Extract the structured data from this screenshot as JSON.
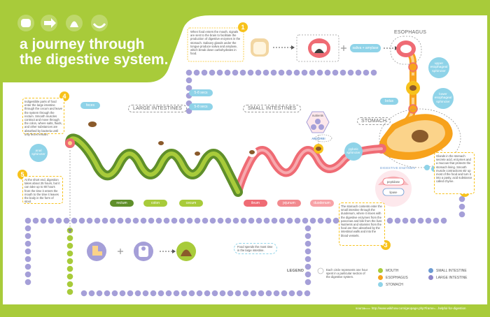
{
  "header": {
    "title_line1": "a journey through",
    "title_line2": "the digestive system."
  },
  "steps": [
    {
      "number": "1",
      "text": "When food enters the mouth, signals are sent to the brain to facilitate the production of digestive enzymes in the stomach. Salivary glands under the tongue produce saliva and amylase, which break down carbohydrates in food."
    },
    {
      "number": "2",
      "text": "Glands in the stomach secrete acid, enzymes and a mucous that protects the stomach lining. Smooth muscle contractions stir up most of the food and turn it into a pasty, acid substance called chyme."
    },
    {
      "number": "3",
      "text": "The stomach contents enter the small intestine through the duodenum, where it mixes with the digestive enzymes from the pancreas and bile from the liver. Nutrients and vitamins from the food are then absorbed by the intestinal walls and into the blood vessels."
    },
    {
      "number": "4",
      "text": "Indigestible parts of food enter the large intestine through the cecum and leave the system through the rectum. Smooth muscles contract and move through the colon, where salts, fluids, and other substances are absorbed by bacteria until only feces remain."
    },
    {
      "number": "5",
      "text": "At the short end, digestion takes about 25 hours, but it can take up to 80 hours from the time it enters the mouth to the time it leaves the body in the form of stool."
    }
  ],
  "labels": {
    "esophagus": "ESOPHAGUS",
    "stomach": "STOMACH",
    "large_intestines": "LARGE INTESTINES",
    "small_intestines": "SMALL INTESTINES",
    "saliva": "saliva + amylase",
    "upper_sphincter": "upper esophageal sphincter",
    "lower_sphincter": "lower esophageal sphincter",
    "bolus": "bolus",
    "pyloric": "pyloric sphincter",
    "feces": "feces",
    "anal": "anal sphincter",
    "enzymes": "DIGESTIVE ENZYMES",
    "pepsidase": "peptidase",
    "lipase": "lipase",
    "nutrients": "nutrients",
    "absorb": "ABSORB!",
    "secs1": "5-8 secs",
    "secs2": "5-8 secs",
    "rectum": "rectum",
    "colon": "colon",
    "cecum": "cecum",
    "ileum": "ileum",
    "jejunum": "jejunum",
    "duodenum": "duodenum",
    "food_note": "Food spends the most time in the large intestine."
  },
  "legend": {
    "title": "LEGEND",
    "note": "Each circle represents one hour spent in a particular section of the digestive system.",
    "items": [
      {
        "label": "MOUTH",
        "color": "#a8cb3a"
      },
      {
        "label": "ESOPHAGUS",
        "color": "#f7a21c"
      },
      {
        "label": "STOMACH",
        "color": "#8fd3e8"
      },
      {
        "label": "SMALL INTESTINE",
        "color": "#6c9bd2"
      },
      {
        "label": "LARGE INTESTINE",
        "color": "#8e86c9"
      }
    ]
  },
  "footer": {
    "source_label": "source",
    "source_url": "http://www.wikihow.com/geopage.php?frame=...helpful-for-digestion"
  },
  "colors": {
    "green": "#a8cb3a",
    "dark_green": "#5f8f2a",
    "orange": "#f7a21c",
    "yellow": "#f7c21c",
    "pink": "#ef6b74",
    "purple": "#a59fd8",
    "teal": "#8fd3e8",
    "brown": "#8a5a2b"
  }
}
